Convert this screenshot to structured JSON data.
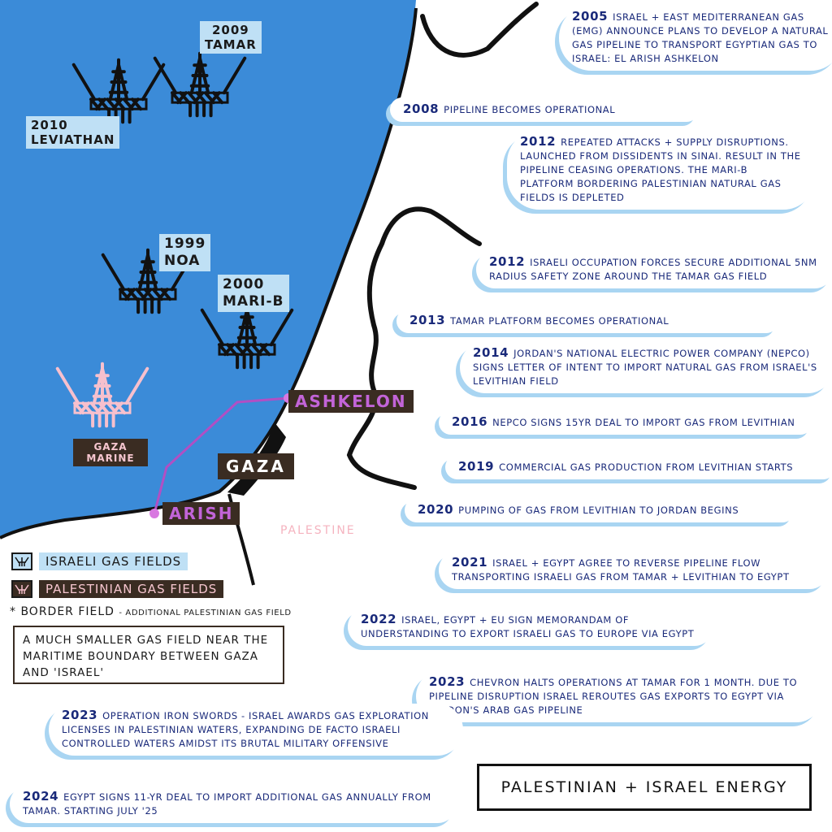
{
  "map": {
    "sea_color": "#3b8bd8",
    "land_color": "#ffffff",
    "pipeline_color": "#b14fc4",
    "israeli_rig_color": "#111111",
    "palestinian_rig_color": "#f7c0cd"
  },
  "fields": {
    "tamar": {
      "year": "2009",
      "name": "TAMAR"
    },
    "leviathan": {
      "year": "2010",
      "name": "LEVIATHAN"
    },
    "noa": {
      "year": "1999",
      "name": "NOA"
    },
    "mari_b": {
      "year": "2000",
      "name": "MARI-B"
    },
    "gaza_marine": {
      "name": "GAZA MARINE"
    }
  },
  "places": {
    "ashkelon": "ASHKELON",
    "arish": "ARISH",
    "gaza": "GAZA",
    "palestine": "PALESTINE"
  },
  "legend": {
    "israeli": {
      "icon": "rig-icon",
      "label": "ISRAELI GAS FIELDS",
      "color": "#bfe0f5"
    },
    "palestinian": {
      "icon": "rig-icon",
      "label": "PALESTINIAN GAS FIELDS",
      "color": "#3a2c22"
    },
    "border_field_title": "* BORDER FIELD",
    "border_field_sub": "- ADDITIONAL PALESTINIAN GAS FIELD",
    "border_field_note": "A MUCH SMALLER GAS FIELD NEAR THE MARITIME BOUNDARY BETWEEN GAZA AND 'ISRAEL'"
  },
  "timeline": [
    {
      "year": "2005",
      "text": "ISRAEL + EAST MEDITERRANEAN GAS (EMG) ANNOUNCE PLANS TO DEVELOP A NATURAL GAS PIPELINE TO TRANSPORT EGYPTIAN GAS TO ISRAEL: EL ARISH ASHKELON"
    },
    {
      "year": "2008",
      "text": "PIPELINE BECOMES OPERATIONAL"
    },
    {
      "year": "2012",
      "text": "REPEATED ATTACKS + SUPPLY DISRUPTIONS. LAUNCHED FROM DISSIDENTS IN SINAI. RESULT IN THE PIPELINE CEASING OPERATIONS. THE MARI-B PLATFORM BORDERING PALESTINIAN NATURAL GAS FIELDS IS DEPLETED"
    },
    {
      "year": "2012",
      "text": "ISRAELI OCCUPATION FORCES SECURE ADDITIONAL 5NM RADIUS SAFETY ZONE AROUND THE TAMAR GAS FIELD"
    },
    {
      "year": "2013",
      "text": "TAMAR PLATFORM BECOMES OPERATIONAL"
    },
    {
      "year": "2014",
      "text": "JORDAN'S NATIONAL ELECTRIC POWER COMPANY (NEPCO) SIGNS LETTER OF INTENT TO IMPORT NATURAL GAS FROM ISRAEL'S LEVITHIAN FIELD"
    },
    {
      "year": "2016",
      "text": "NEPCO SIGNS 15YR DEAL TO IMPORT GAS FROM LEVITHIAN"
    },
    {
      "year": "2019",
      "text": "COMMERCIAL GAS PRODUCTION FROM LEVITHIAN STARTS"
    },
    {
      "year": "2020",
      "text": "PUMPING OF GAS FROM LEVITHIAN TO JORDAN BEGINS"
    },
    {
      "year": "2021",
      "text": "ISRAEL + EGYPT AGREE TO REVERSE PIPELINE FLOW TRANSPORTING ISRAELI GAS FROM TAMAR + LEVITHIAN TO EGYPT"
    },
    {
      "year": "2022",
      "text": "ISRAEL, EGYPT + EU SIGN MEMORANDAM OF UNDERSTANDING TO EXPORT ISRAELI GAS TO EUROPE VIA EGYPT"
    },
    {
      "year": "2023",
      "text": "CHEVRON HALTS OPERATIONS AT TAMAR FOR 1 MONTH. DUE TO PIPELINE DISRUPTION ISRAEL REROUTES GAS EXPORTS TO EGYPT VIA JORDON'S ARAB GAS PIPELINE"
    },
    {
      "year": "2023",
      "text": "OPERATION IRON SWORDS - ISRAEL AWARDS GAS EXPLORATION LICENSES IN PALESTINIAN WATERS, EXPANDING DE FACTO ISRAELI CONTROLLED WATERS AMIDST ITS BRUTAL MILITARY OFFENSIVE"
    },
    {
      "year": "2024",
      "text": "EGYPT SIGNS 11-YR DEAL TO IMPORT ADDITIONAL GAS ANNUALLY FROM TAMAR. STARTING JULY '25"
    }
  ],
  "title": "PALESTINIAN + ISRAEL ENERGY"
}
